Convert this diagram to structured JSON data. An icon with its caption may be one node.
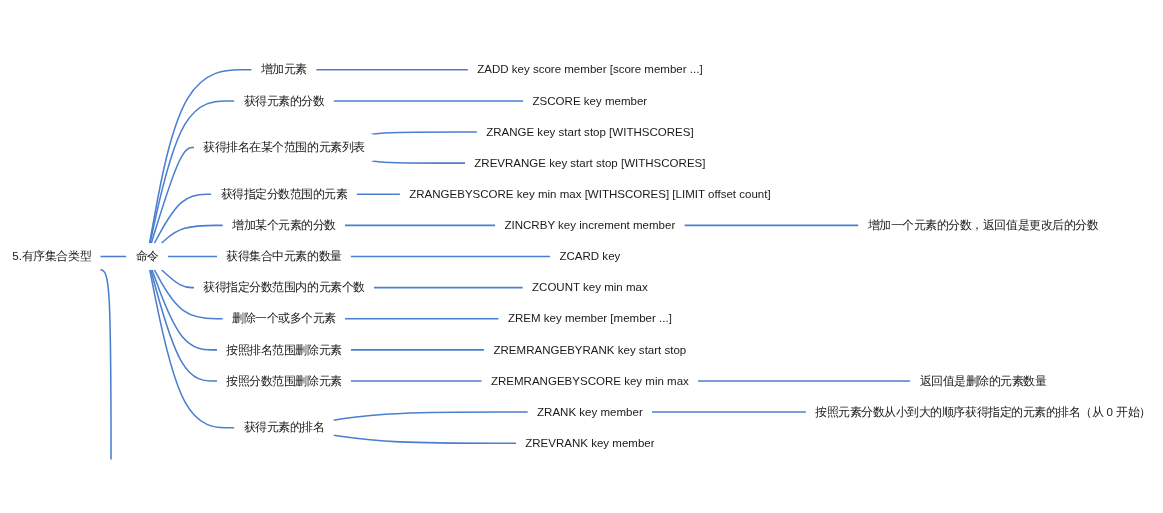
{
  "diagram": {
    "nodes": [
      {
        "text": [
          "5.有序集合类型"
        ]
      },
      {
        "text": [
          "命令"
        ]
      },
      {
        "text": [
          "增加元素"
        ]
      },
      {
        "text": [
          "ZADD key score member [score member ...]"
        ]
      },
      {
        "text": [
          "获得元素的分数"
        ]
      },
      {
        "text": [
          "ZSCORE key member"
        ]
      },
      {
        "text": [
          "获得排名在某个范围的元素列表"
        ]
      },
      {
        "text": [
          "ZRANGE key start stop [WITHSCORES]"
        ]
      },
      {
        "text": [
          "ZREVRANGE key start stop [WITHSCORES]"
        ]
      },
      {
        "text": [
          "获得指定分数范围的元素"
        ]
      },
      {
        "text": [
          "ZRANGEBYSCORE key min max [WITHSCORES] [LIMIT offset count]"
        ]
      },
      {
        "text": [
          "增加某个元素的分数"
        ]
      },
      {
        "text": [
          "ZINCRBY key increment member"
        ]
      },
      {
        "text": [
          "增加一个元素的分数，返回值是更改后的分数"
        ]
      },
      {
        "text": [
          "获得集合中元素的数量"
        ]
      },
      {
        "text": [
          "ZCARD key"
        ]
      },
      {
        "text": [
          "获得指定分数范围内的元素个数"
        ]
      },
      {
        "text": [
          "ZCOUNT key min max"
        ]
      },
      {
        "text": [
          "删除一个或多个元素"
        ]
      },
      {
        "text": [
          "ZREM key member [member ...]"
        ]
      },
      {
        "text": [
          "按照排名范围删除元素"
        ]
      },
      {
        "text": [
          "ZREMRANGEBYRANK key start stop"
        ]
      },
      {
        "text": [
          "按照分数范围删除元素"
        ]
      },
      {
        "text": [
          "ZREMRANGEBYSCORE key min max"
        ]
      },
      {
        "text": [
          "返回值是删除的元素数量"
        ]
      },
      {
        "text": [
          "获得元素的排名"
        ]
      },
      {
        "text": [
          "ZRANK key member"
        ]
      },
      {
        "text": [
          "按照元素分数从小到大的顺序获得指定的元素的排名（从 0 开始）"
        ]
      },
      {
        "text": [
          "ZREVRANK key member"
        ]
      }
    ],
    "edges": [
      {
        "from": 0,
        "to": 1,
        "arrow": "none"
      },
      {
        "from": 1,
        "to": 2,
        "arrow": "none"
      },
      {
        "from": 2,
        "to": 3,
        "arrow": "none"
      },
      {
        "from": 1,
        "to": 4,
        "arrow": "none"
      },
      {
        "from": 4,
        "to": 5,
        "arrow": "none"
      },
      {
        "from": 1,
        "to": 6,
        "arrow": "none"
      },
      {
        "from": 6,
        "to": 7,
        "arrow": "none"
      },
      {
        "from": 6,
        "to": 8,
        "arrow": "none"
      },
      {
        "from": 1,
        "to": 9,
        "arrow": "none"
      },
      {
        "from": 9,
        "to": 10,
        "arrow": "none"
      },
      {
        "from": 1,
        "to": 11,
        "arrow": "none"
      },
      {
        "from": 11,
        "to": 12,
        "arrow": "none"
      },
      {
        "from": 12,
        "to": 13,
        "arrow": "none"
      },
      {
        "from": 1,
        "to": 14,
        "arrow": "none"
      },
      {
        "from": 14,
        "to": 15,
        "arrow": "none"
      },
      {
        "from": 1,
        "to": 16,
        "arrow": "none"
      },
      {
        "from": 16,
        "to": 17,
        "arrow": "none"
      },
      {
        "from": 1,
        "to": 18,
        "arrow": "none"
      },
      {
        "from": 18,
        "to": 19,
        "arrow": "none"
      },
      {
        "from": 1,
        "to": 20,
        "arrow": "none"
      },
      {
        "from": 20,
        "to": 21,
        "arrow": "none"
      },
      {
        "from": 1,
        "to": 22,
        "arrow": "none"
      },
      {
        "from": 22,
        "to": 23,
        "arrow": "none"
      },
      {
        "from": 23,
        "to": 24,
        "arrow": "none"
      },
      {
        "from": 1,
        "to": 25,
        "arrow": "none"
      },
      {
        "from": 25,
        "to": 26,
        "arrow": "none"
      },
      {
        "from": 26,
        "to": 27,
        "arrow": "none"
      },
      {
        "from": 25,
        "to": 28,
        "arrow": "none"
      },
      {
        "from": 0,
        "to": null,
        "arrow": "none"
      }
    ]
  }
}
